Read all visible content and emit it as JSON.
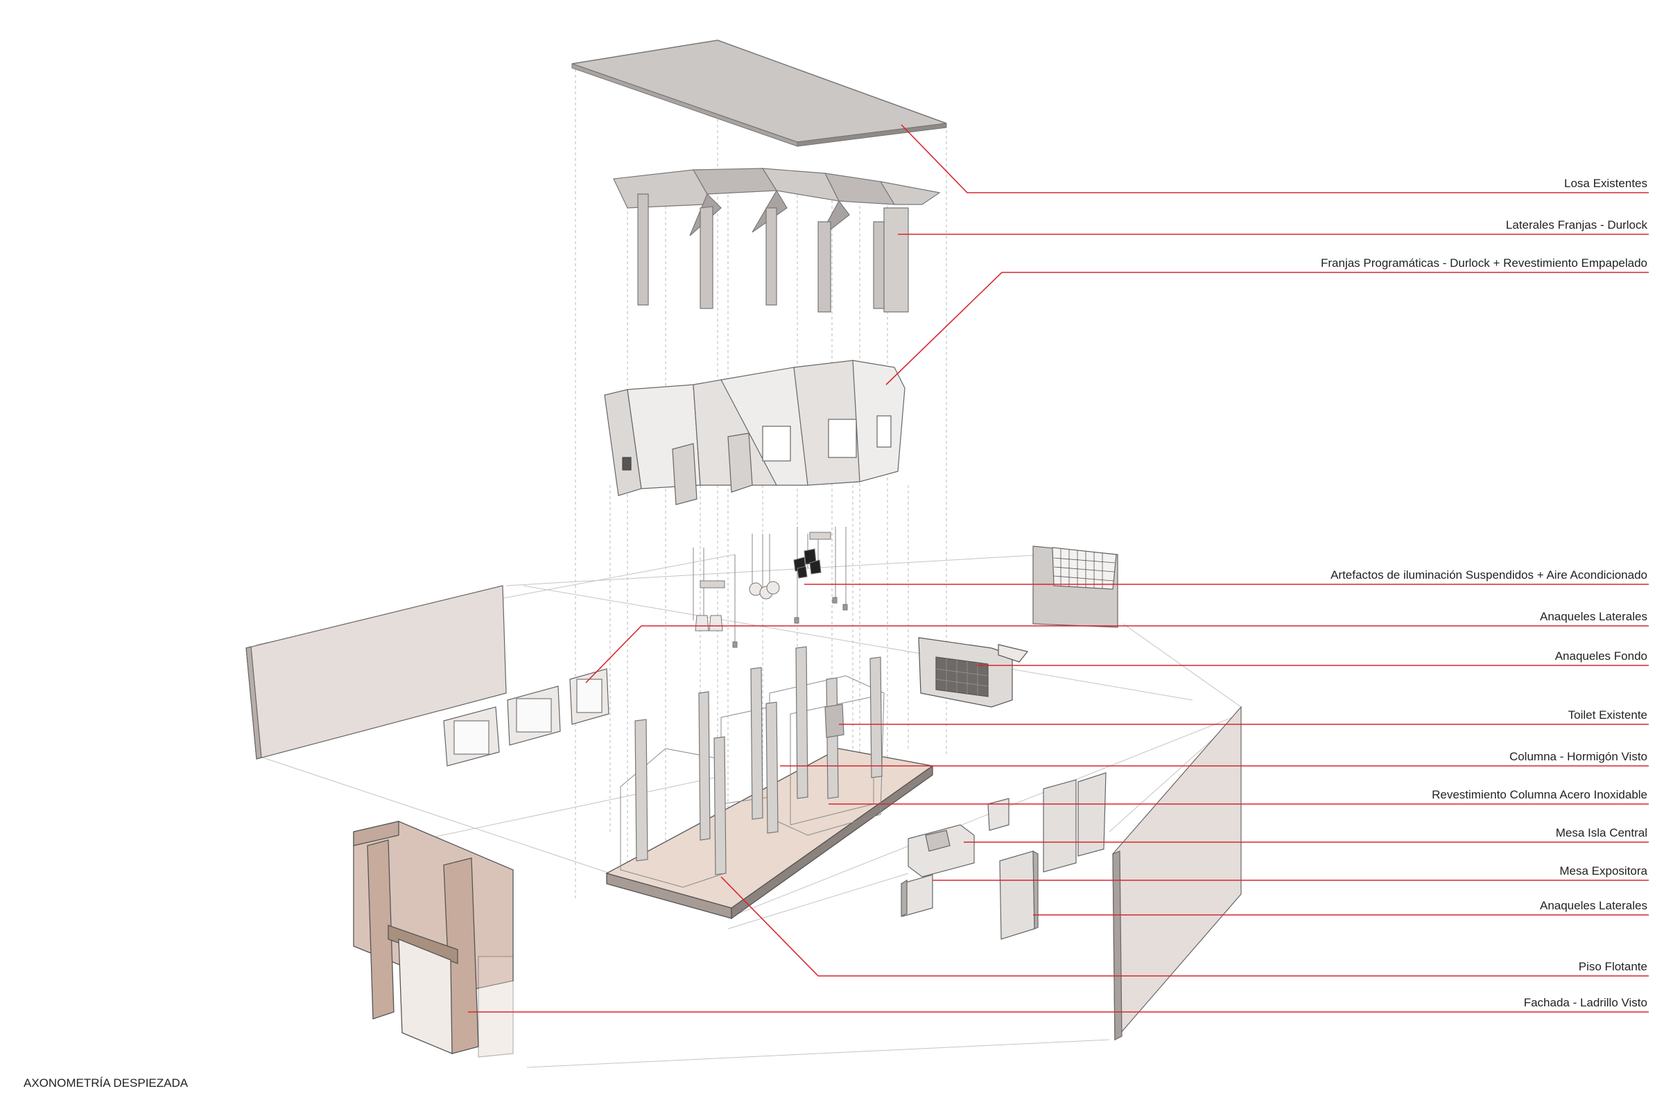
{
  "caption": "AXONOMETRÍA DESPIEZADA",
  "colors": {
    "leader": "#d7262e",
    "panel": "#d8d4d1",
    "panel_dark": "#bdb7b3",
    "brick": "#d9c3b8",
    "floor": "#e7d6cc",
    "line": "#9a9a9a"
  },
  "labels": [
    {
      "id": "losa",
      "text": "Losa Existentes"
    },
    {
      "id": "laterales-franjas",
      "text": "Laterales Franjas - Durlock"
    },
    {
      "id": "franjas-programaticas",
      "text": "Franjas Programáticas - Durlock  + Revestimiento Empapelado"
    },
    {
      "id": "artefactos",
      "text": "Artefactos de iluminación Suspendidos + Aire Acondicionado"
    },
    {
      "id": "anaqueles-laterales-1",
      "text": "Anaqueles Laterales"
    },
    {
      "id": "anaqueles-fondo",
      "text": "Anaqueles Fondo"
    },
    {
      "id": "toilet",
      "text": "Toilet Existente"
    },
    {
      "id": "columna",
      "text": "Columna - Hormigón Visto"
    },
    {
      "id": "revestimiento-columna",
      "text": "Revestimiento Columna Acero Inoxidable"
    },
    {
      "id": "mesa-isla",
      "text": "Mesa Isla Central"
    },
    {
      "id": "mesa-expositora",
      "text": "Mesa Expositora"
    },
    {
      "id": "anaqueles-laterales-2",
      "text": "Anaqueles Laterales"
    },
    {
      "id": "piso",
      "text": "Piso Flotante"
    },
    {
      "id": "fachada",
      "text": "Fachada - Ladrillo Visto"
    }
  ]
}
